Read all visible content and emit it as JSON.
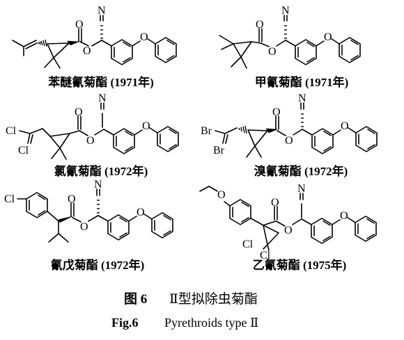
{
  "compounds": [
    {
      "name": "苯醚氰菊酯 (1971年)",
      "atoms": {
        "nitrile": "N",
        "carbonyl_o": "O",
        "ester_o": "O",
        "ether_o": "O"
      }
    },
    {
      "name": "甲氰菊酯 (1971年)",
      "atoms": {
        "nitrile": "N",
        "carbonyl_o": "O",
        "ester_o": "O",
        "ether_o": "O"
      }
    },
    {
      "name": "氯氰菊酯 (1972年)",
      "atoms": {
        "nitrile": "N",
        "carbonyl_o": "O",
        "ester_o": "O",
        "ether_o": "O",
        "halogen_1": "Cl",
        "halogen_2": "Cl"
      }
    },
    {
      "name": "溴氰菊酯 (1972年)",
      "atoms": {
        "nitrile": "N",
        "carbonyl_o": "O",
        "ester_o": "O",
        "ether_o": "O",
        "halogen_1": "Br",
        "halogen_2": "Br"
      }
    },
    {
      "name": "氰戊菊酯 (1972年)",
      "atoms": {
        "nitrile": "N",
        "carbonyl_o": "O",
        "ester_o": "O",
        "ether_o": "O",
        "halogen_1": "Cl"
      }
    },
    {
      "name": "乙氰菊酯 (1975年)",
      "atoms": {
        "nitrile": "N",
        "carbonyl_o": "O",
        "ester_o": "O",
        "ether_o": "O",
        "ethoxy_o": "O",
        "halogen_1": "Cl",
        "halogen_2": "Cl"
      }
    }
  ],
  "caption": {
    "zh_label": "图 6",
    "zh_text": "Ⅱ型拟除虫菊酯",
    "en_label": "Fig.6",
    "en_text": "Pyrethroids type Ⅱ"
  }
}
